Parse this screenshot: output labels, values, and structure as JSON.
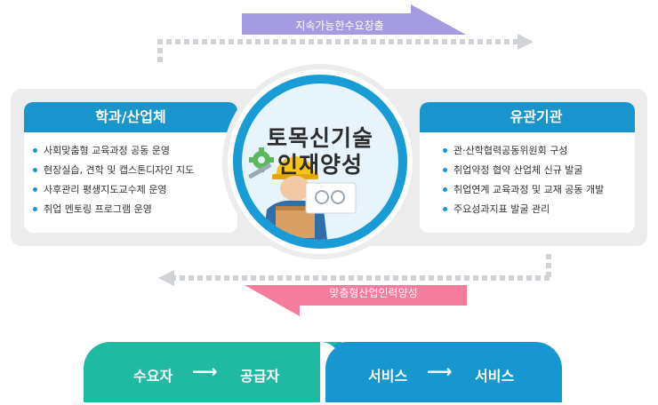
{
  "top_flow": {
    "label": "지속가능한수요창출",
    "color": "#a59be0"
  },
  "bottom_flow": {
    "label": "맞춤형산업인력양성",
    "color": "#f47c9c"
  },
  "left_panel": {
    "title": "학과/산업체",
    "items": [
      "사회맞춤형 교육과정 공동 운영",
      "현장실습, 견학 및 캡스톤디자인 지도",
      "사후관리 평생지도교수제 운영",
      "취업 멘토링 프로그램 운영"
    ]
  },
  "right_panel": {
    "title": "유관기관",
    "items": [
      "관·산학협력공동위원회 구성",
      "취업약정 협약 산업체 신규 발굴",
      "취업연계 교육과정 및 교재 공동 개발",
      "주요성과지표 발굴 관리"
    ]
  },
  "center": {
    "line1": "토목신기술",
    "line2": "인재양성"
  },
  "bottom_bar": {
    "left": {
      "from": "수요자",
      "arrow": "⟶",
      "to": "공급자"
    },
    "right": {
      "from": "서비스",
      "arrow": "⟶",
      "to": "서비스"
    }
  },
  "colors": {
    "accent_blue": "#1a94cc",
    "green": "#20b9a2",
    "blue": "#1796cf"
  }
}
